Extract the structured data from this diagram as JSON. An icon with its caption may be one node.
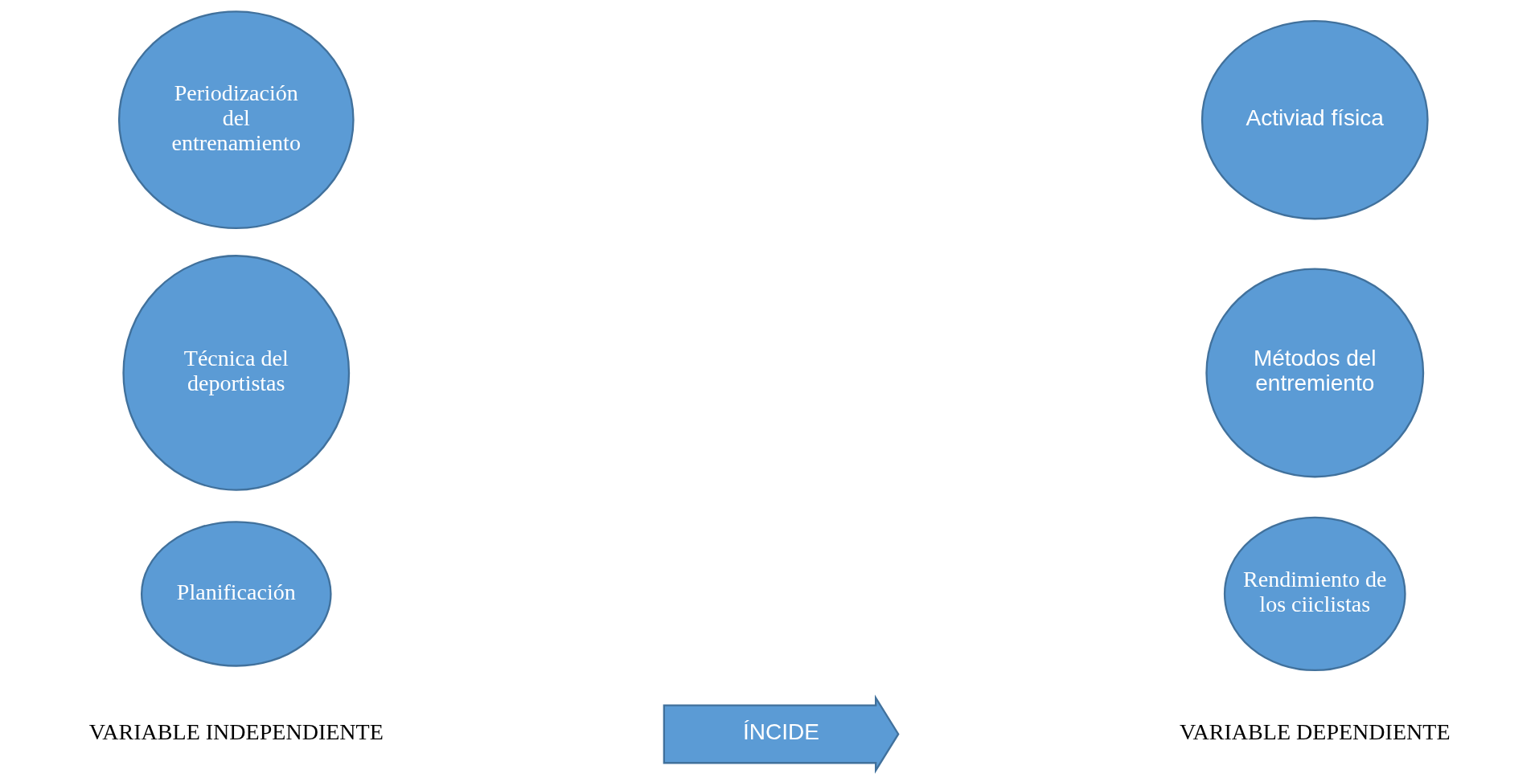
{
  "diagram": {
    "nodes": [
      {
        "text": [
          "Periodización del entrenamiento"
        ]
      },
      {
        "text": [
          "Técnica del deportistas"
        ]
      },
      {
        "text": [
          "Planificación"
        ]
      },
      {
        "text": [
          "Activiad física"
        ]
      },
      {
        "text": [
          "Métodos del entremiento"
        ]
      },
      {
        "text": [
          "Rendimiento de los ciiclistas"
        ]
      },
      {
        "text": [
          "ÍNCIDE"
        ]
      }
    ],
    "labels": [
      "VARIABLE INDEPENDIENTE",
      "VARIABLE DEPENDIENTE"
    ]
  }
}
